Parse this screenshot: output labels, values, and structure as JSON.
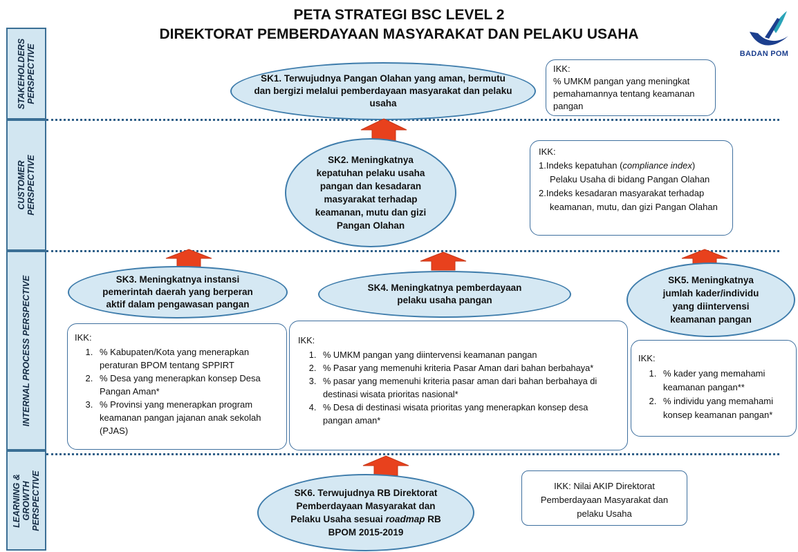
{
  "header": {
    "title_line1": "PETA STRATEGI BSC LEVEL 2",
    "title_line2": "DIREKTORAT PEMBERDAYAAN MASYARAKAT DAN PELAKU USAHA",
    "logo_text": "BADAN POM"
  },
  "perspectives": {
    "stakeholders": [
      "STAKEHOLDERS",
      "PERSPECTIVE"
    ],
    "customer": [
      "CUSTOMER",
      "PERSPECTIVE"
    ],
    "internal": [
      "INTERNAL PROCESS PERSPECTIVE"
    ],
    "learning": [
      "LEARNING &",
      "GROWTH",
      "PERSPECTIVE"
    ]
  },
  "objectives": {
    "sk1": "SK1. Terwujudnya Pangan Olahan yang aman, bermutu dan bergizi melalui pemberdayaan masyarakat dan pelaku usaha",
    "sk2": "SK2. Meningkatnya kepatuhan pelaku usaha pangan dan kesadaran masyarakat terhadap keamanan, mutu dan gizi Pangan Olahan",
    "sk3": "SK3. Meningkatnya instansi pemerintah daerah yang berperan aktif dalam pengawasan pangan",
    "sk4": "SK4. Meningkatnya pemberdayaan pelaku usaha pangan",
    "sk5": "SK5. Meningkatnya jumlah kader/individu yang diintervensi keamanan pangan",
    "sk6_part1": "SK6. Terwujudnya RB Direktorat Pemberdayaan Masyarakat dan Pelaku Usaha sesuai ",
    "sk6_italic": "roadmap",
    "sk6_part2": " RB BPOM 2015-2019"
  },
  "ikk": {
    "label": "IKK:",
    "sk1": [
      "% UMKM pangan yang meningkat pemahamannya tentang keamanan pangan"
    ],
    "sk2_item1_a": "1.Indeks kepatuhan (",
    "sk2_item1_italic": "compliance index",
    "sk2_item1_b": ") Pelaku Usaha di bidang Pangan Olahan",
    "sk2_item2": "2.Indeks kesadaran masyarakat terhadap keamanan, mutu, dan gizi Pangan Olahan",
    "sk3": [
      "% Kabupaten/Kota yang menerapkan peraturan BPOM tentang SPPIRT",
      "% Desa yang menerapkan konsep Desa Pangan Aman*",
      "% Provinsi yang menerapkan program keamanan pangan jajanan anak sekolah (PJAS)"
    ],
    "sk4": [
      "% UMKM pangan yang diintervensi keamanan pangan",
      "% Pasar yang memenuhi kriteria Pasar Aman dari  bahan berbahaya*",
      "% pasar yang memenuhi kriteria pasar aman dari bahan berbahaya di destinasi wisata prioritas nasional*",
      "% Desa di destinasi wisata prioritas yang menerapkan konsep desa pangan aman*"
    ],
    "sk5": [
      "% kader yang memahami keamanan pangan**",
      "% individu yang memahami konsep keamanan pangan*"
    ],
    "sk6": "IKK: Nilai AKIP Direktorat Pemberdayaan Masyarakat dan pelaku Usaha"
  },
  "colors": {
    "ellipse_fill": "#d5e8f3",
    "ellipse_border": "#3e7cab",
    "arrow_fill": "#e8411d",
    "side_fill": "#d2e6f1",
    "dotted_line": "#2f5f88"
  }
}
